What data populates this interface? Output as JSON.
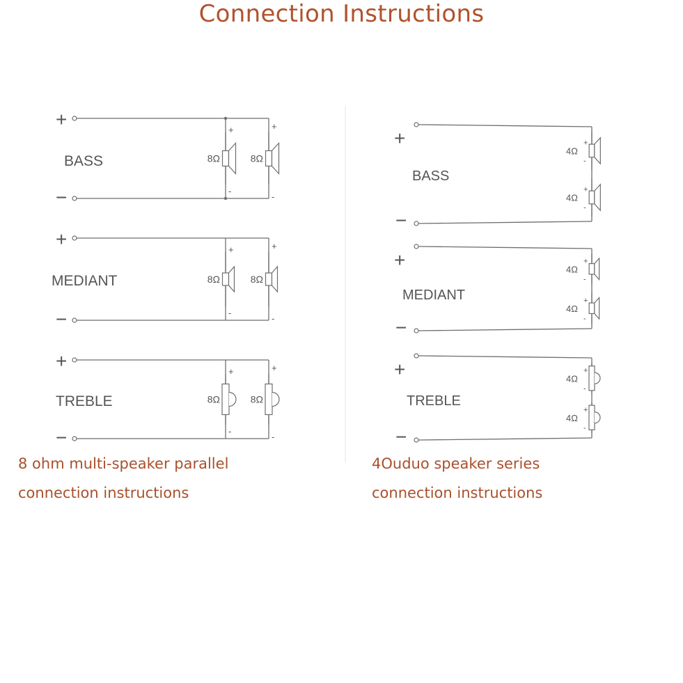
{
  "title": "Connection Instructions",
  "colors": {
    "title": "#b0532e",
    "caption": "#a9502c",
    "wire": "#6e6e6e",
    "text": "#555555"
  },
  "symbols": {
    "plus": "+",
    "minus": "−",
    "small_plus": "+",
    "small_minus": "-"
  },
  "left_panel": {
    "caption_lines": [
      "8 ohm multi-speaker parallel",
      "connection instructions"
    ],
    "circuits": [
      {
        "label": "BASS",
        "speaker_type": "woofer",
        "impedances": [
          "8Ω",
          "8Ω"
        ]
      },
      {
        "label": "MEDIANT",
        "speaker_type": "midrange",
        "impedances": [
          "8Ω",
          "8Ω"
        ]
      },
      {
        "label": "TREBLE",
        "speaker_type": "tweeter",
        "impedances": [
          "8Ω",
          "8Ω"
        ]
      }
    ]
  },
  "right_panel": {
    "caption_lines": [
      "4Ouduo speaker series",
      "connection instructions"
    ],
    "circuits": [
      {
        "label": "BASS",
        "speaker_type": "woofer",
        "impedances": [
          "4Ω",
          "4Ω"
        ]
      },
      {
        "label": "MEDIANT",
        "speaker_type": "midrange",
        "impedances": [
          "4Ω",
          "4Ω"
        ]
      },
      {
        "label": "TREBLE",
        "speaker_type": "tweeter",
        "impedances": [
          "4Ω",
          "4Ω"
        ]
      }
    ]
  }
}
